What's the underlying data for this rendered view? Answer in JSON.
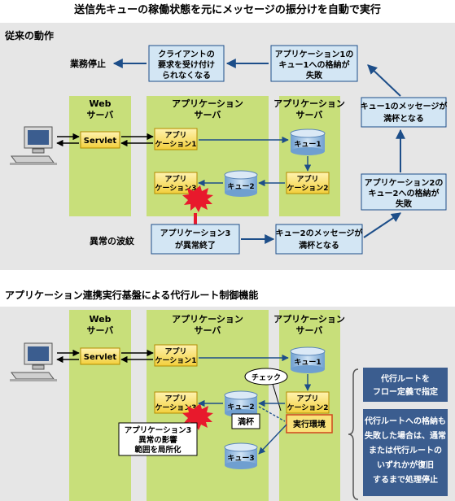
{
  "title": "送信先キューの稼働状態を元にメッセージの振分けを自動で実行",
  "section1": {
    "heading": "従来の動作",
    "web_server": [
      "Web",
      "サーバ"
    ],
    "app_server": [
      "アプリケーション",
      "サーバ"
    ],
    "app_server_right": [
      "アプリケーション",
      "サーバ"
    ],
    "servlet": "Servlet",
    "app1": [
      "アプリ",
      "ケーション1"
    ],
    "app3": [
      "アプリ",
      "ケーション3"
    ],
    "app2": [
      "アプリ",
      "ケーション2"
    ],
    "queue1": "キュー1",
    "queue2": "キュー2",
    "business_stop": "業務停止",
    "cannot_accept": [
      "クライアントの",
      "要求を受け付け",
      "られなくなる"
    ],
    "app1_fail": [
      "アプリケーション1の",
      "キュー1への格納が",
      "失敗"
    ],
    "queue1_full": [
      "キュー1のメッセージが",
      "満杯となる"
    ],
    "app2_fail": [
      "アプリケーション2の",
      "キュー2への格納が",
      "失敗"
    ],
    "abnormal_wave": "異常の波紋",
    "app3_abend": [
      "アプリケーション3",
      "が異常終了"
    ],
    "queue2_full": [
      "キュー2のメッセージが",
      "満杯となる"
    ]
  },
  "section2": {
    "heading": "アプリケーション連携実行基盤による代行ルート制御機能",
    "web_server": [
      "Web",
      "サーバ"
    ],
    "app_server": [
      "アプリケーション",
      "サーバ"
    ],
    "app_server_right": [
      "アプリケーション",
      "サーバ"
    ],
    "servlet": "Servlet",
    "app1": [
      "アプリ",
      "ケーション1"
    ],
    "app3": [
      "アプリ",
      "ケーション3"
    ],
    "app2": [
      "アプリ",
      "ケーション2"
    ],
    "queue1": "キュー1",
    "queue2": "キュー2",
    "queue3": "キュー3",
    "check": "チェック",
    "full": "満杯",
    "exec_env": "実行環境",
    "app3_note": [
      "アプリケーション3",
      "異常の影響",
      "範囲を局所化"
    ],
    "note1": [
      "代行ルートを",
      "フロー定義で指定"
    ],
    "note2": [
      "代行ルートへの格納も",
      "失敗した場合は、通常",
      "または代行ルートの",
      "いずれかが復旧",
      "するまで処理停止"
    ]
  },
  "colors": {
    "green_panel": "#c8df7a",
    "gray_band": "#e6e6e6",
    "blue_box": "#d3e6f4",
    "app_box": "#f9e27a",
    "arrow_blue": "#1d4e89",
    "note_box": "#3b5d8f",
    "burst": "#e8192c",
    "queue": "#8fb7de"
  }
}
